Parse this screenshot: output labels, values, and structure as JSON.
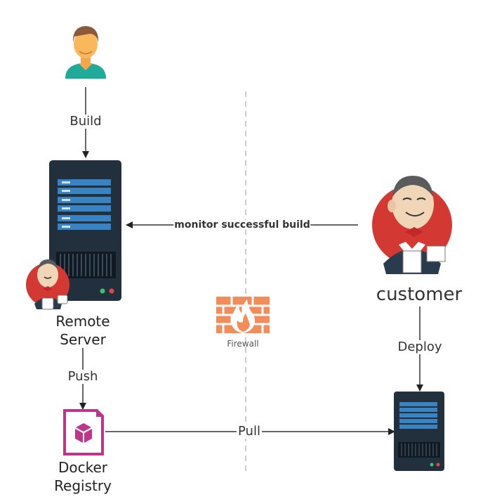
{
  "edges": {
    "build": "Build",
    "monitor": "monitor successful build",
    "push": "Push",
    "deploy": "Deploy",
    "pull": "Pull"
  },
  "nodes": {
    "user_icon": "person-icon",
    "remote_server_line1": "Remote",
    "remote_server_line2": "Server",
    "customer": "customer",
    "firewall": "Firewall",
    "docker_registry_line1": "Docker",
    "docker_registry_line2": "Registry"
  },
  "colors": {
    "server_body": "#22303e",
    "server_bar": "#3a83c2",
    "firewall": "#f28c5a",
    "registry": "#c1348b",
    "jenkins_red": "#d33833",
    "divider": "#bbbbbb"
  }
}
